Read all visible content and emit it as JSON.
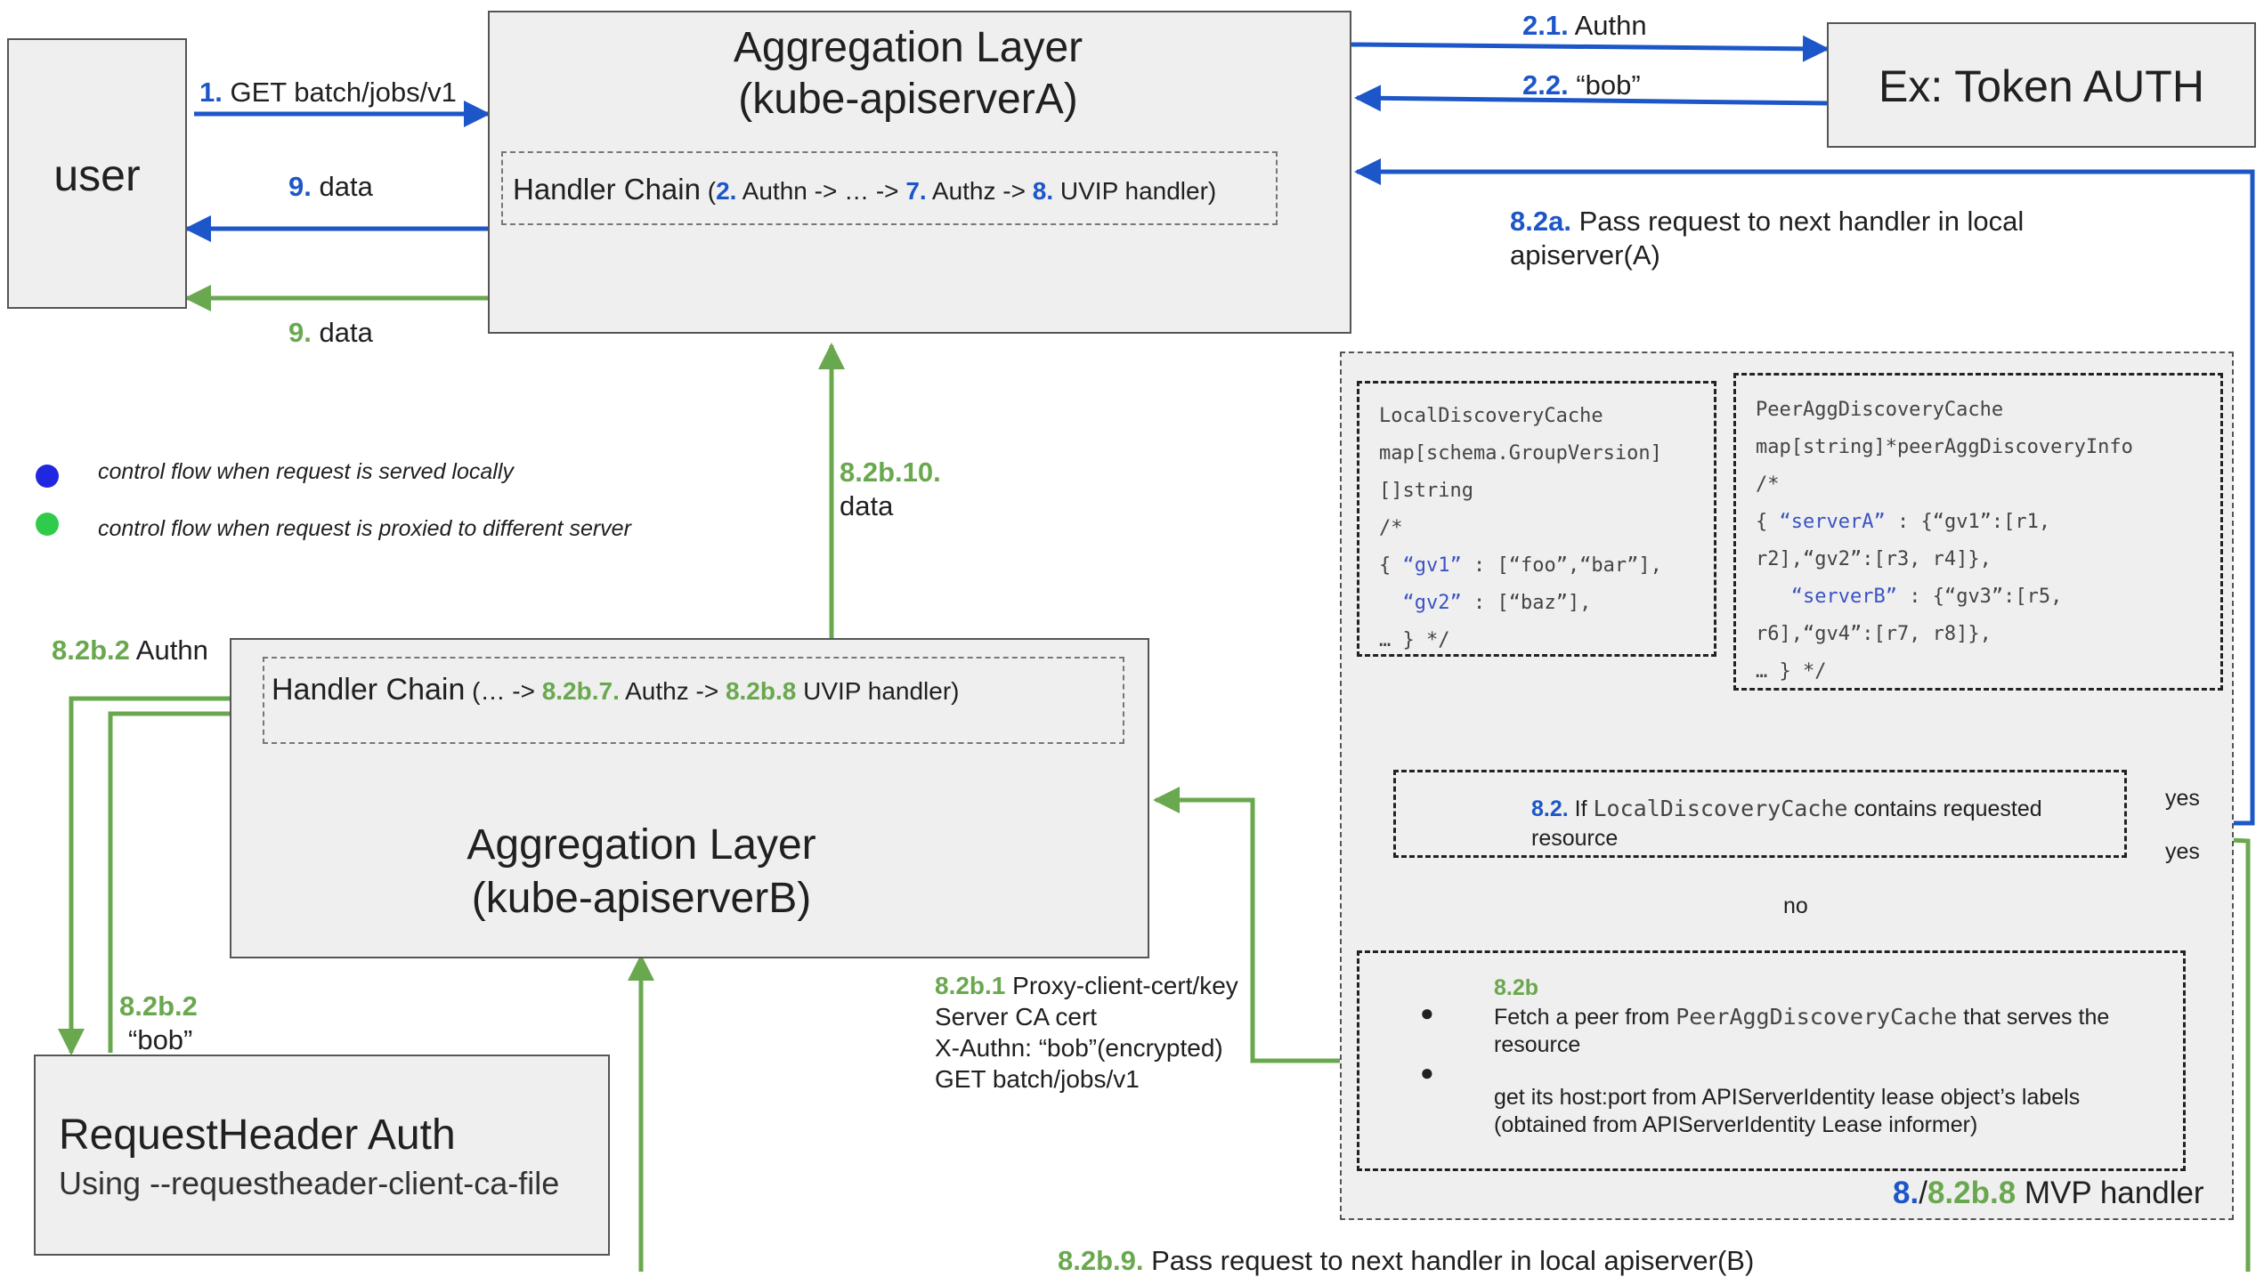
{
  "colors": {
    "blue": "#1c56c8",
    "green": "#6aa84f",
    "box_fill": "#efefef"
  },
  "user_box": {
    "label": "user"
  },
  "agg_a": {
    "title_line1": "Aggregation Layer",
    "title_line2": "(kube-apiserverA)",
    "handler_chain": {
      "prefix": "Handler Chain",
      "open": " (",
      "n2": "2.",
      "t2": " Authn -> … -> ",
      "n7": "7.",
      "t7": " Authz -> ",
      "n8": "8.",
      "t8": " UVIP handler)"
    }
  },
  "token_auth": {
    "label": "Ex: Token AUTH"
  },
  "agg_b": {
    "title_line1": "Aggregation Layer",
    "title_line2": "(kube-apiserverB)",
    "handler_chain": {
      "prefix": "Handler Chain",
      "t1": " (… -> ",
      "n7": "8.2b.7.",
      "t7": " Authz -> ",
      "n8": "8.2b.8",
      "t8": " UVIP handler)"
    }
  },
  "request_header_auth": {
    "title": "RequestHeader Auth",
    "subtitle": "Using --requestheader-client-ca-file"
  },
  "legend": {
    "blue_text": "control flow when request is served locally",
    "green_text": "control flow when request is proxied to different server"
  },
  "labels": {
    "step1_num": "1.",
    "step1_text": " GET batch/jobs/v1",
    "step9_blue_num": "9.",
    "step9_blue_text": "  data",
    "step9_green_num": "9.",
    "step9_green_text": "  data",
    "step21_num": "2.1.",
    "step21_text": " Authn",
    "step22_num": "2.2.",
    "step22_text": " “bob”",
    "step82a_num": "8.2a.",
    "step82a_line1": " Pass request to next handler in local",
    "step82a_line2": "apiserver(A)",
    "step82b10_num": "8.2b.10.",
    "step82b10_text": "data",
    "step82b2_authn_num": "8.2b.2",
    "step82b2_authn_text": " Authn",
    "step82b2_bob_num": "8.2b.2",
    "step82b2_bob_text": "“bob”",
    "step82b1_num": "8.2b.1",
    "step82b1_line1": " Proxy-client-cert/key",
    "step82b1_line2": "Server CA cert",
    "step82b1_line3": "X-Authn: “bob”(encrypted)",
    "step82b1_line4": "GET batch/jobs/v1",
    "step82b9_num": "8.2b.9.",
    "step82b9_text": " Pass request to next handler in local apiserver(B)",
    "yes_top": "yes",
    "yes_bottom": "yes",
    "no": "no"
  },
  "local_cache": {
    "lines": [
      "LocalDiscoveryCache",
      "map[schema.GroupVersion]",
      "[]string",
      "/*"
    ],
    "gv1_key": "“gv1”",
    "gv1_val": " : [“foo”,“bar”],",
    "gv2_key": "“gv2”",
    "gv2_val": " : [“baz”],",
    "end": "… } */"
  },
  "peer_cache": {
    "lines": [
      "PeerAggDiscoveryCache",
      "map[string]*peerAggDiscoveryInfo",
      "/*"
    ],
    "serverA_key": "“serverA”",
    "serverA_val": " : {“gv1”:[r1,",
    "serverA_cont": "r2],“gv2”:[r3, r4]},",
    "serverB_key": "“serverB”",
    "serverB_val": " : {“gv3”:[r5,",
    "serverB_cont": "r6],“gv4”:[r7, r8]},",
    "end": "… } */"
  },
  "decision": {
    "num": "8.2.",
    "text1": " If ",
    "code": "LocalDiscoveryCache",
    "text2": " contains requested",
    "line2": "resource"
  },
  "fetch": {
    "num": "8.2b",
    "bullet1_a": "Fetch a peer from ",
    "bullet1_code": "PeerAggDiscoveryCache",
    "bullet1_b": "  that serves the",
    "bullet1_line2": "resource",
    "bullet2_line1": "get its host:port from APIServerIdentity lease object’s labels",
    "bullet2_line2": "(obtained from APIServerIdentity Lease informer)"
  },
  "mvp": {
    "num_blue": "8.",
    "slash": "/",
    "num_green": "8.2b.8",
    "text": " MVP handler"
  }
}
